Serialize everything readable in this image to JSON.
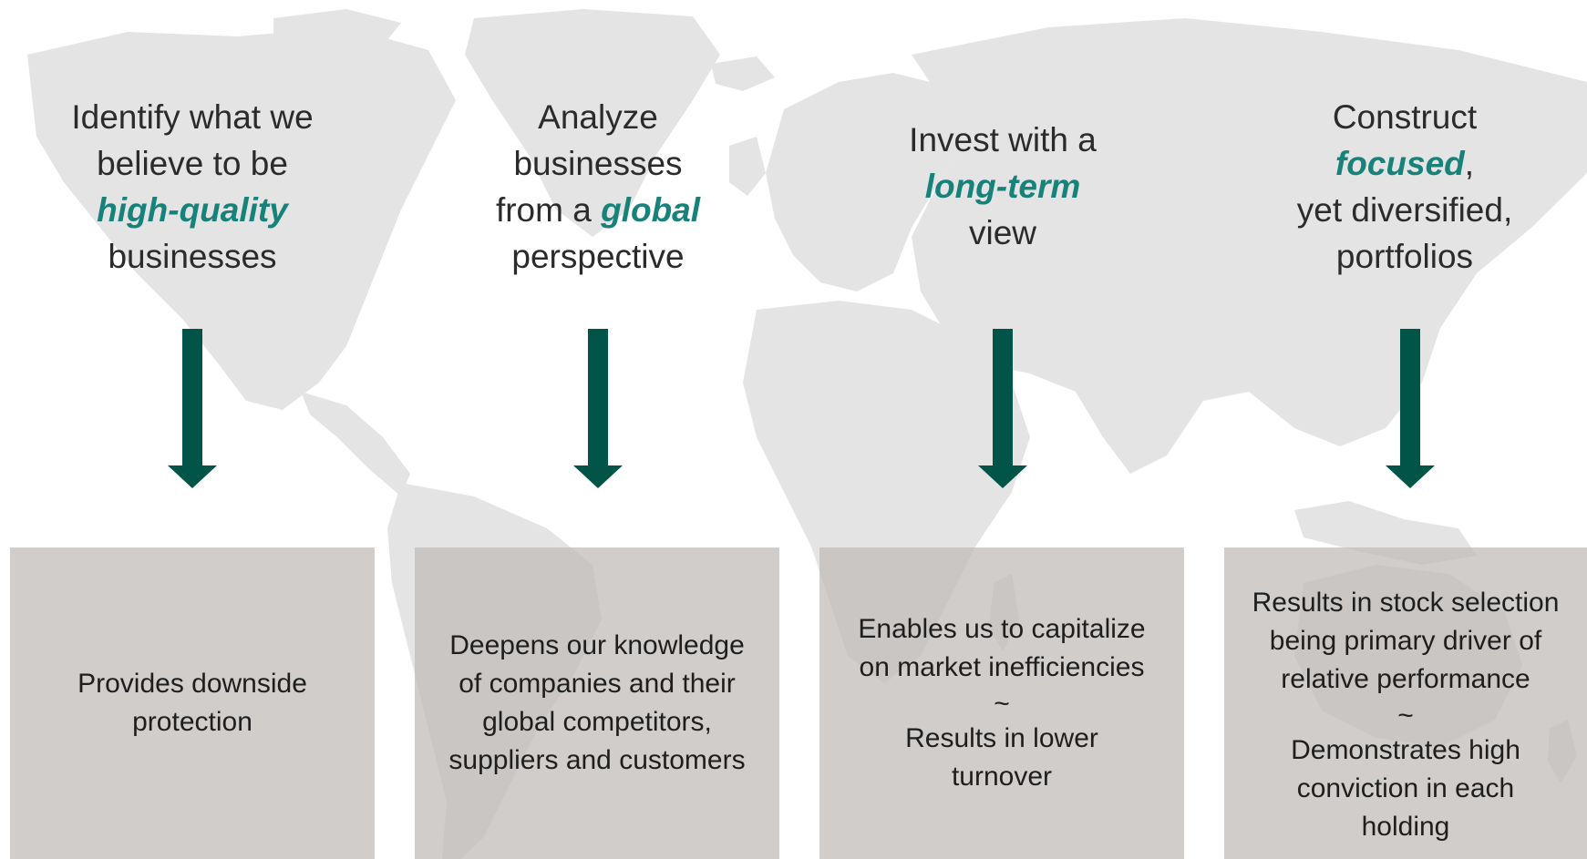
{
  "colors": {
    "accent_text": "#16827a",
    "arrow": "#005548",
    "box_fill": "#bebab7",
    "map_fill": "#e4e4e4",
    "body_text": "#2b2b2b"
  },
  "icons": [
    "world-map",
    "down-arrow"
  ],
  "columns": [
    {
      "heading": {
        "line1": "Identify what we",
        "line2": "believe to be",
        "accent": "high-quality",
        "line4": "businesses"
      },
      "box_lines": [
        "Provides downside",
        "protection"
      ]
    },
    {
      "heading": {
        "line1": "Analyze",
        "line2": "businesses",
        "prefix": "from a ",
        "accent": "global",
        "line4": "perspective"
      },
      "box_lines": [
        "Deepens our knowledge",
        "of companies and their",
        "global competitors,",
        "suppliers and customers"
      ]
    },
    {
      "heading": {
        "line1": "Invest with a",
        "accent": "long-term",
        "line3": "view"
      },
      "box_part1": [
        "Enables us to capitalize",
        "on market inefficiencies"
      ],
      "separator": "~",
      "box_part2": [
        "Results in lower",
        "turnover"
      ]
    },
    {
      "heading": {
        "line1": "Construct",
        "accent": "focused",
        "suffix": ",",
        "line3": "yet diversified,",
        "line4": "portfolios"
      },
      "box_part1": [
        "Results in stock selection",
        "being primary driver of",
        "relative performance"
      ],
      "separator": "~",
      "box_part2": [
        "Demonstrates high",
        "conviction in each",
        "holding"
      ]
    }
  ]
}
